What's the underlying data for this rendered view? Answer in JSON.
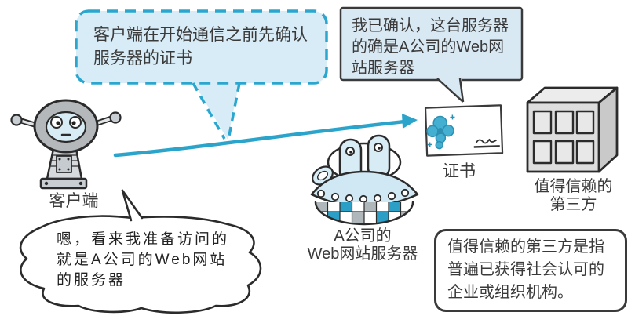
{
  "colors": {
    "accent_cyan": "#2BA7CF",
    "arrow_cyan": "#2BA4CB",
    "bubble_dashed_fill": "#D8ECF7",
    "bubble_solid_fill": "#D9E9F4",
    "outline_dark": "#2B2B2B",
    "seal_teal": "#45AFD1",
    "dome_teal": "#2B9FC6",
    "robot_gray": "#B5B8BA",
    "building_gray": "#DDDDDD"
  },
  "speech_bubbles": {
    "client_confirm": {
      "line1": "客户端在开始通信之前先确认",
      "line2": "服务器的证书"
    },
    "server_confirmed": {
      "line1": "我已确认，这台服务器",
      "line2": "的确是A公司的Web网",
      "line3": "站服务器"
    },
    "client_thought": {
      "line1": "嗯，看来我准备访问的",
      "line2": "就是A公司的Web网站",
      "line3": "的服务器"
    }
  },
  "note_box": {
    "line1": "值得信赖的第三方是指",
    "line2": "普遍已获得社会认可的",
    "line3": "企业或组织机构。"
  },
  "labels": {
    "client": "客户端",
    "server_line1": "A公司的",
    "server_line2": "Web网站服务器",
    "certificate": "证书",
    "third_party_line1": "值得信赖的",
    "third_party_line2": "第三方"
  },
  "icons": {
    "robot": "robot-client-icon",
    "server": "ufo-server-icon",
    "certificate": "certificate-icon",
    "building": "trusted-third-party-building-icon",
    "arrow": "verify-arrow-icon"
  }
}
